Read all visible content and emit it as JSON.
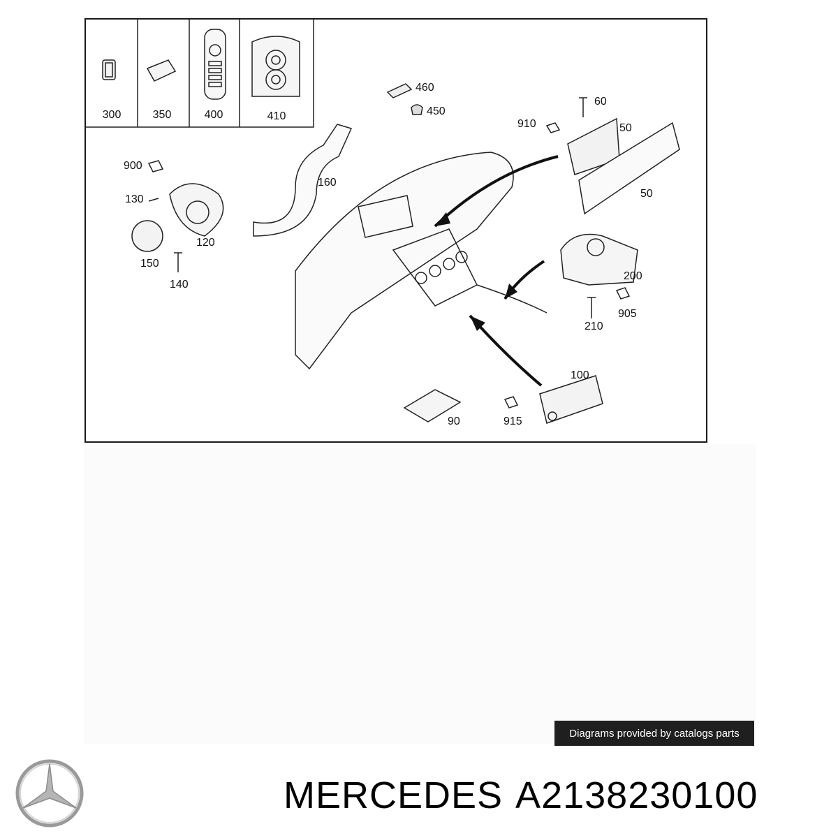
{
  "inset_cells": [
    "300",
    "350",
    "400",
    "410"
  ],
  "callouts": {
    "c460": "460",
    "c450": "450",
    "c60": "60",
    "c910": "910",
    "c50a": "50",
    "c50b": "50",
    "c900": "900",
    "c130": "130",
    "c160": "160",
    "c120": "120",
    "c150": "150",
    "c140": "140",
    "c200": "200",
    "c905": "905",
    "c210": "210",
    "c100": "100",
    "c90": "90",
    "c915": "915"
  },
  "credit": "Diagrams provided by catalogs parts",
  "brand": "MERCEDES",
  "part_number": "A2138230100",
  "logo_icon": "mercedes-star-icon"
}
